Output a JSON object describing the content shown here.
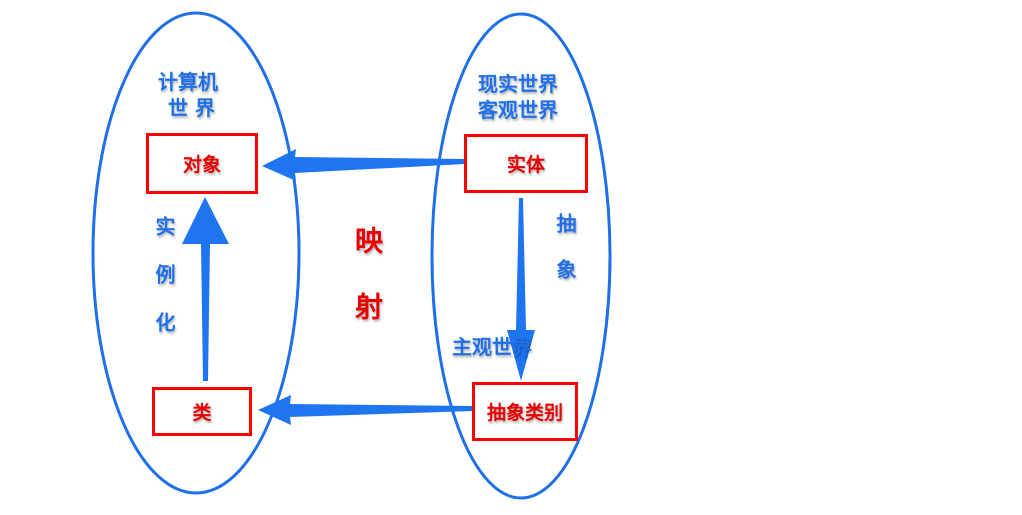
{
  "left_world": {
    "title_line1": "计算机",
    "title_line2": "世 界",
    "instantiate_label": "实例化"
  },
  "right_world": {
    "title_line1": "现实世界",
    "title_line2": "客观世界",
    "abstract_label": "抽象",
    "subjective_label": "主观世界"
  },
  "mapping_label": "映射",
  "boxes": {
    "object": "对象",
    "class": "类",
    "entity": "实体",
    "abstract_category": "抽象类别"
  },
  "colors": {
    "ellipse": "#1e6fe8",
    "arrow": "#1f75f0",
    "box_border": "#ff0000",
    "box_text": "#e80000"
  }
}
